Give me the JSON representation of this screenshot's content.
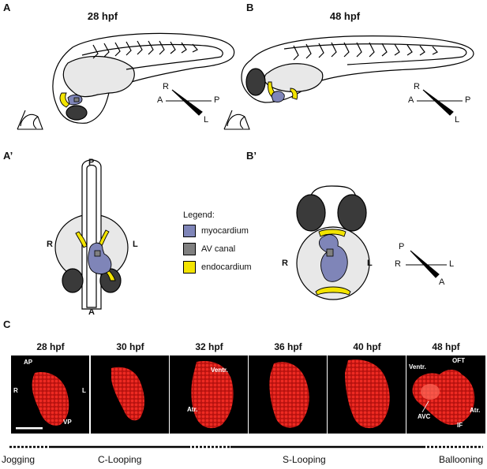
{
  "panels": {
    "A": {
      "letter": "A",
      "title": "28 hpf"
    },
    "B": {
      "letter": "B",
      "title": "48 hpf"
    },
    "A_prime": {
      "letter": "A’"
    },
    "B_prime": {
      "letter": "B’"
    },
    "C": {
      "letter": "C"
    }
  },
  "axes": {
    "A": {
      "R": "R",
      "A": "A",
      "P": "P",
      "L": "L"
    },
    "B": {
      "R": "R",
      "A": "A",
      "P": "P",
      "L": "L"
    },
    "B_prime": {
      "P": "P",
      "R": "R",
      "L": "L",
      "A": "A"
    }
  },
  "orientation": {
    "A_prime": {
      "top": "P",
      "left": "R",
      "right": "L",
      "bottom": "A"
    },
    "B_prime": {
      "left": "R",
      "right": "L"
    }
  },
  "legend": {
    "title": "Legend:",
    "items": [
      {
        "label": "myocardium",
        "color": "#7f85b8"
      },
      {
        "label": "AV canal",
        "color": "#808080"
      },
      {
        "label": "endocardium",
        "color": "#f3e400"
      }
    ]
  },
  "micrographs": [
    {
      "title": "28 hpf",
      "labels": [
        "AP",
        "R",
        "L",
        "VP"
      ]
    },
    {
      "title": "30 hpf",
      "labels": []
    },
    {
      "title": "32 hpf",
      "labels": [
        "Ventr.",
        "Atr."
      ]
    },
    {
      "title": "36 hpf",
      "labels": []
    },
    {
      "title": "40 hpf",
      "labels": []
    },
    {
      "title": "48 hpf",
      "labels": [
        "Ventr.",
        "OFT",
        "AVC",
        "Atr.",
        "IF"
      ]
    }
  ],
  "phases": [
    "Jogging",
    "C-Looping",
    "S-Looping",
    "Ballooning"
  ],
  "colors": {
    "myocardium": "#7f85b8",
    "av_canal": "#808080",
    "endocardium": "#f3e400",
    "yolk": "#e8e8e8",
    "eye": "#3a3a3a",
    "fluorescence": "#e0201c"
  }
}
